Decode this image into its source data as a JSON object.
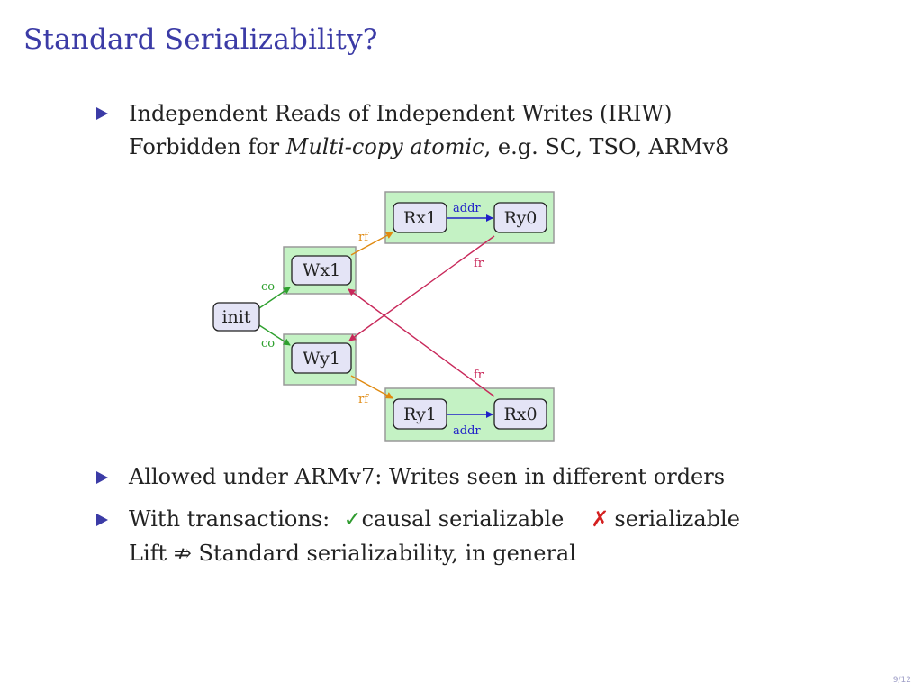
{
  "slide": {
    "title": "Standard Serializability?",
    "bullet1": {
      "line1": "Independent Reads of Independent Writes (IRIW)",
      "line2_prefix": "Forbidden for ",
      "line2_emph": "Multi-copy atomic",
      "line2_suffix": ", e.g. SC, TSO, ARMv8"
    },
    "bullet2": {
      "text": "Allowed under ARMv7: Writes seen in different orders"
    },
    "bullet3": {
      "line1_prefix": "With transactions:  ",
      "check_mark": "✓",
      "causal_label": "causal serializable",
      "cross_mark": "✗",
      "serializable_label": "serializable",
      "line2_lift": "Lift",
      "line2_symbol": "⇏",
      "line2_rest": "Standard serializability, in general"
    },
    "page_number": "9/12"
  },
  "diagram": {
    "nodes": {
      "init": "init",
      "wx1": "Wx1",
      "wy1": "Wy1",
      "rx1": "Rx1",
      "ry0": "Ry0",
      "ry1": "Ry1",
      "rx0": "Rx0"
    },
    "edge_labels": {
      "co": "co",
      "rf": "rf",
      "fr": "fr",
      "addr": "addr"
    },
    "colors": {
      "co": "#2ea02e",
      "rf": "#e08a10",
      "fr": "#c8285a",
      "addr": "#2020c8",
      "node_fill": "#e4e4f6",
      "group_fill": "#c4f2c4",
      "title": "#3b3ba6"
    }
  }
}
